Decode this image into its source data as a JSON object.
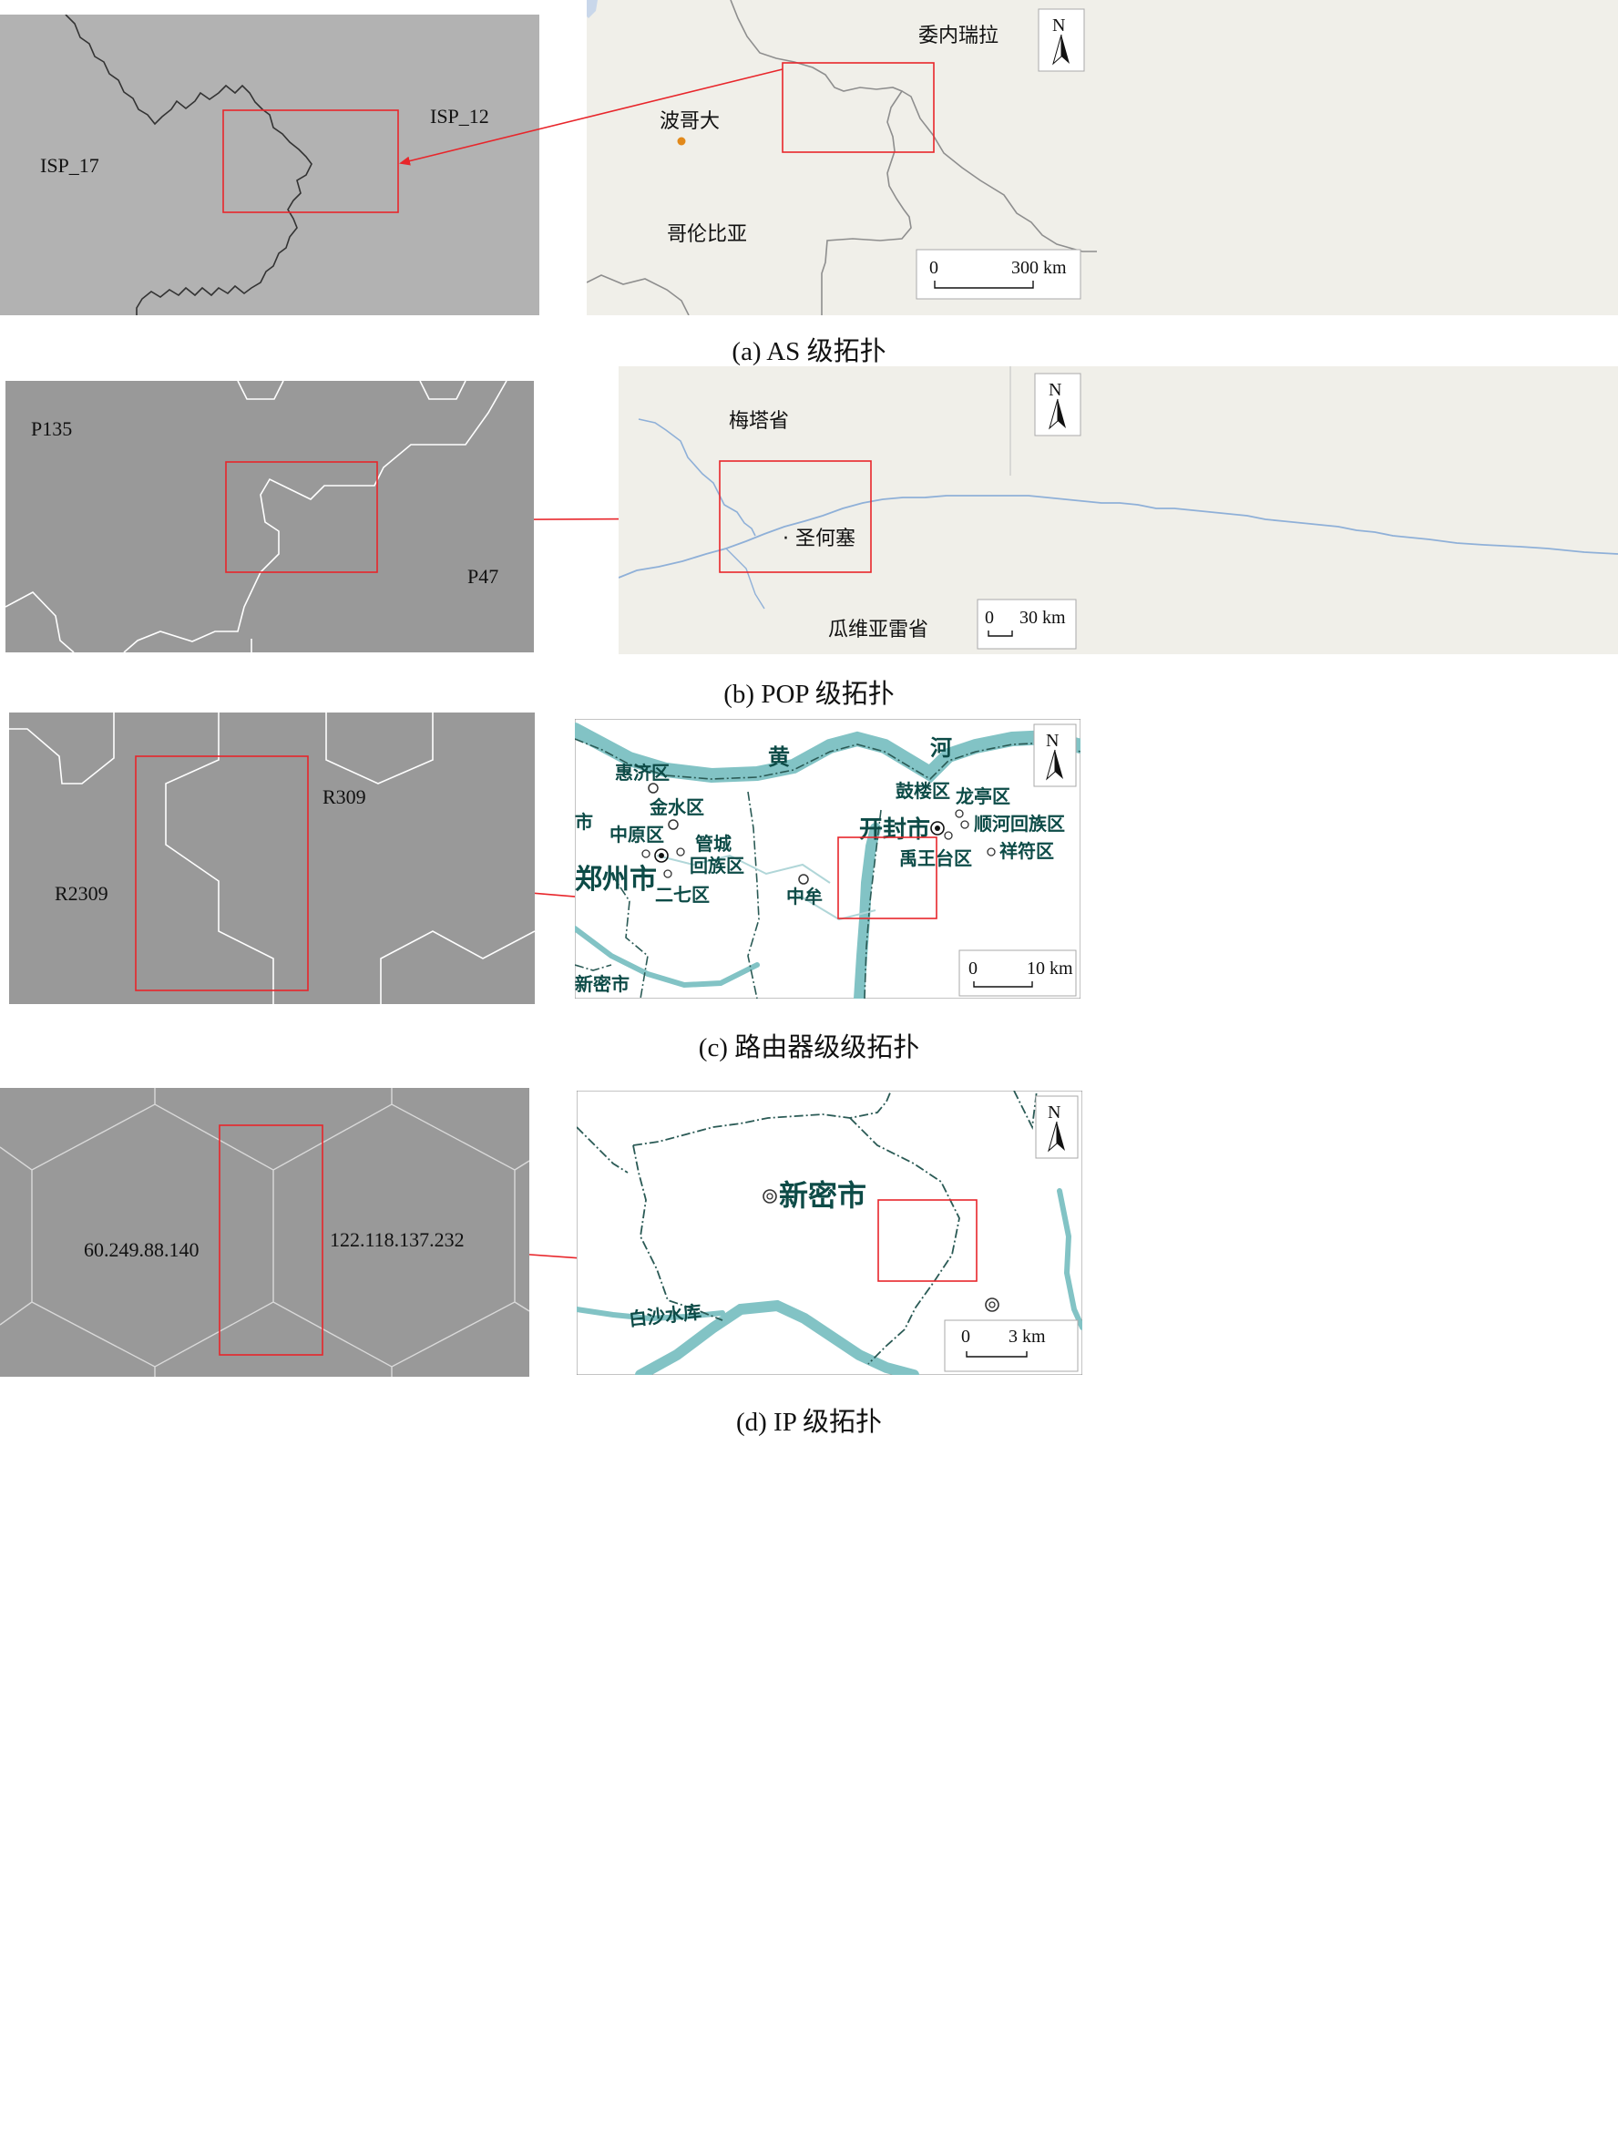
{
  "panels": [
    {
      "caption": "(a) AS 级拓扑",
      "left_labels": [
        "ISP_17",
        "ISP_12"
      ],
      "map_labels": [
        "委内瑞拉",
        "波哥大",
        "哥伦比亚"
      ],
      "north": "N",
      "scale": {
        "zero": "0",
        "end": "300 km"
      }
    },
    {
      "caption": "(b) POP 级拓扑",
      "left_labels": [
        "P135",
        "P47"
      ],
      "map_labels": [
        "梅塔省",
        "· 圣何塞",
        "瓜维亚雷省"
      ],
      "north": "N",
      "scale": {
        "zero": "0",
        "end": "30 km"
      }
    },
    {
      "caption": "(c) 路由器级级拓扑",
      "left_labels": [
        "R309",
        "R2309"
      ],
      "map_labels": [
        "黄",
        "河",
        "惠济区",
        "金水区",
        "中原区",
        "管城",
        "回族区",
        "市",
        "郑州市",
        "二七区",
        "中牟",
        "鼓楼区",
        "龙亭区",
        "开封市",
        "顺河回族区",
        "禹王台区",
        "祥符区",
        "新密市"
      ],
      "north": "N",
      "scale": {
        "zero": "0",
        "end": "10 km"
      }
    },
    {
      "caption": "(d) IP 级拓扑",
      "left_labels": [
        "60.249.88.140",
        "122.118.137.232"
      ],
      "map_labels": [
        "新密市",
        "白沙水库"
      ],
      "north": "N",
      "scale": {
        "zero": "0",
        "end": "3 km"
      }
    }
  ],
  "colors": {
    "highlight": "#e8262b",
    "panel_a_bg": "#b2b2b2",
    "panel_bcd_bg": "#999999",
    "map_bg": "#f0efe9",
    "river_blue": "#8fb0d8",
    "river_teal": "#82c3c5",
    "border_dark": "#2a5a55"
  }
}
